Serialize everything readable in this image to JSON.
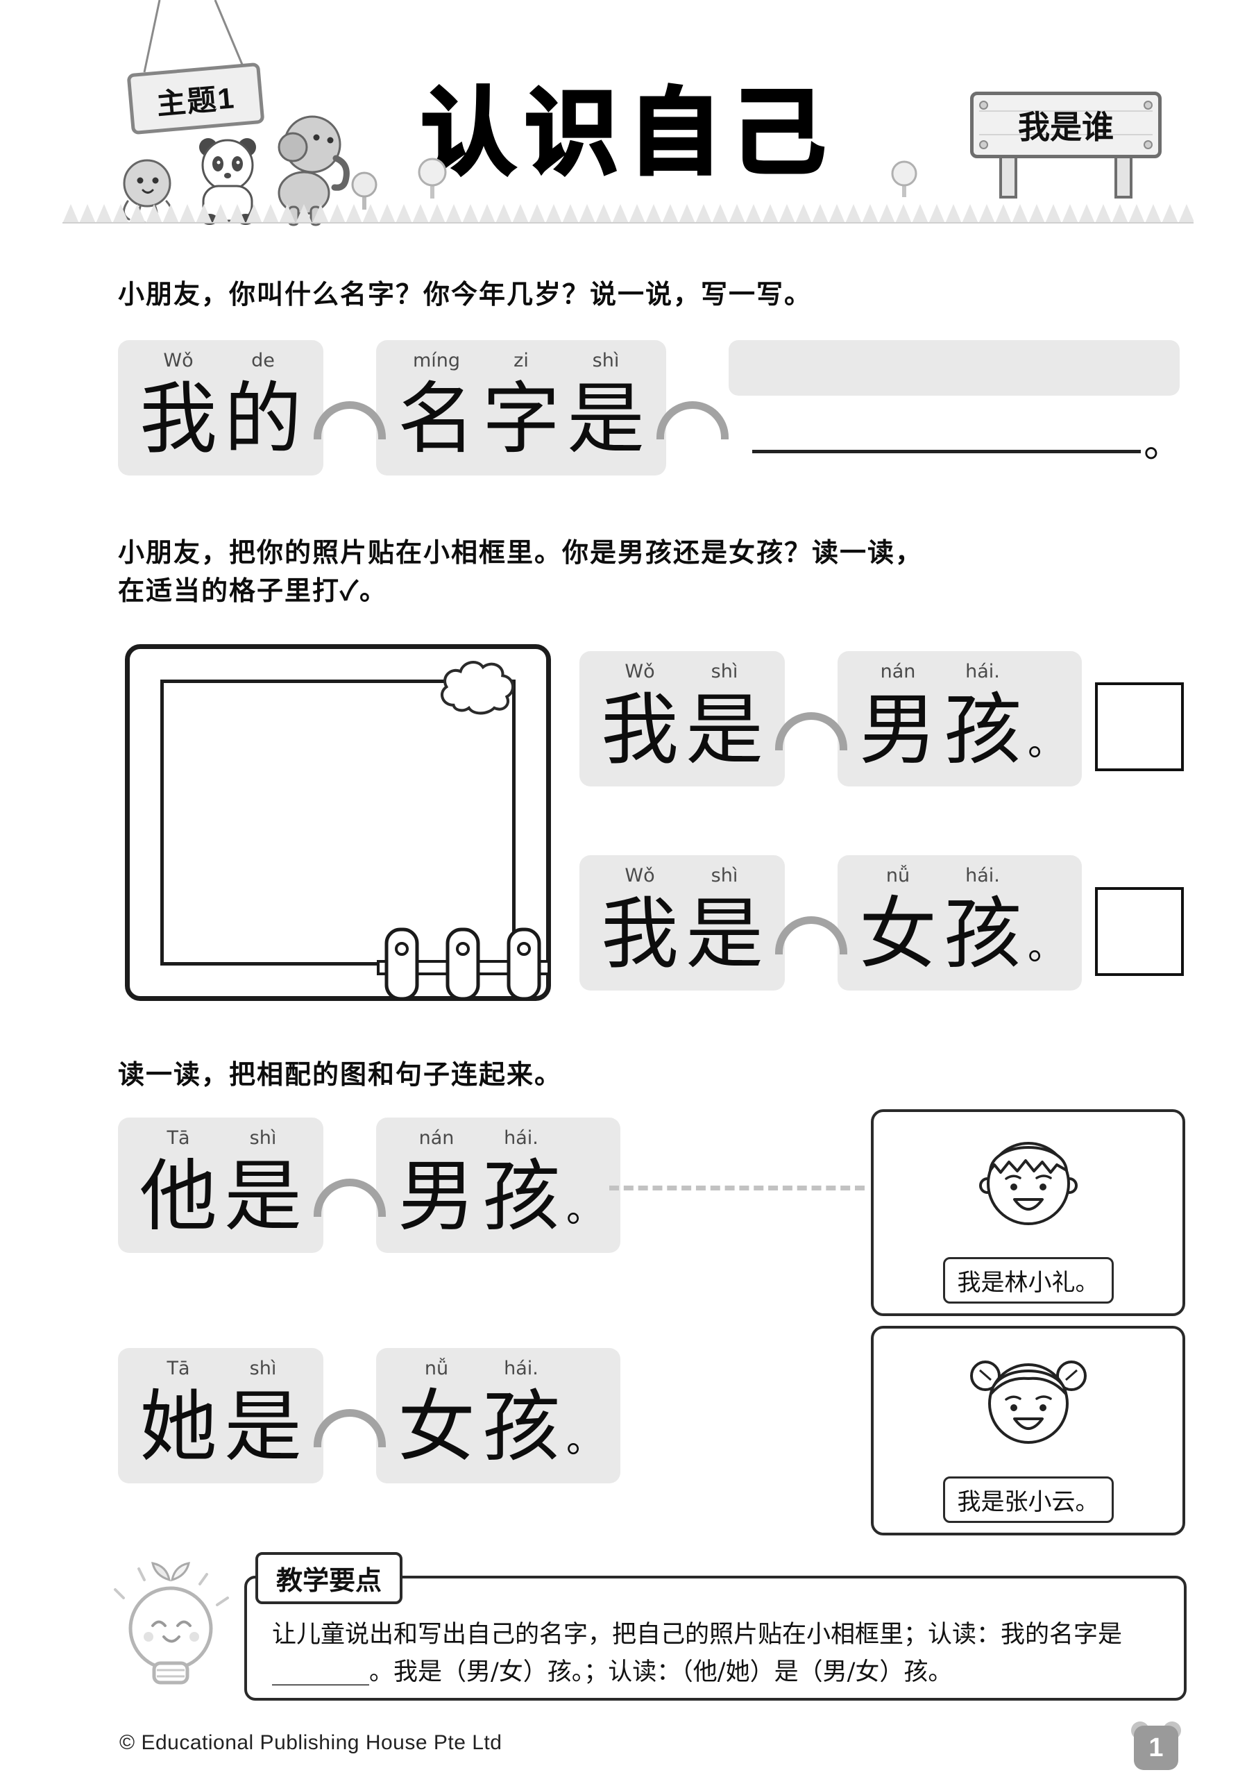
{
  "header": {
    "topic_badge": "主题1",
    "title": "认识自己",
    "sign": "我是谁"
  },
  "section_name": {
    "instruction": "小朋友，你叫什么名字？你今年几岁？说一说，写一写。",
    "block1": {
      "chars": [
        {
          "p": "Wǒ",
          "h": "我"
        },
        {
          "p": "de",
          "h": "的"
        }
      ]
    },
    "block2": {
      "chars": [
        {
          "p": "míng",
          "h": "名"
        },
        {
          "p": "zi",
          "h": "字"
        },
        {
          "p": "shì",
          "h": "是"
        }
      ]
    },
    "period": "。"
  },
  "section_photo": {
    "instruction_line1": "小朋友，把你的照片贴在小相框里。你是男孩还是女孩？读一读，",
    "instruction_line2": "在适当的格子里打✓。",
    "rows": [
      {
        "b1": {
          "chars": [
            {
              "p": "Wǒ",
              "h": "我"
            },
            {
              "p": "shì",
              "h": "是"
            }
          ]
        },
        "b2": {
          "chars": [
            {
              "p": "nán",
              "h": "男"
            },
            {
              "p": "hái.",
              "h": "孩"
            }
          ]
        },
        "period": "。"
      },
      {
        "b1": {
          "chars": [
            {
              "p": "Wǒ",
              "h": "我"
            },
            {
              "p": "shì",
              "h": "是"
            }
          ]
        },
        "b2": {
          "chars": [
            {
              "p": "nǚ",
              "h": "女"
            },
            {
              "p": "hái.",
              "h": "孩"
            }
          ]
        },
        "period": "。"
      }
    ]
  },
  "section_match": {
    "instruction": "读一读，把相配的图和句子连起来。",
    "rows": [
      {
        "b1": {
          "chars": [
            {
              "p": "Tā",
              "h": "他"
            },
            {
              "p": "shì",
              "h": "是"
            }
          ]
        },
        "b2": {
          "chars": [
            {
              "p": "nán",
              "h": "男"
            },
            {
              "p": "hái.",
              "h": "孩"
            }
          ]
        },
        "period": "。",
        "caption": "我是林小礼。"
      },
      {
        "b1": {
          "chars": [
            {
              "p": "Tā",
              "h": "她"
            },
            {
              "p": "shì",
              "h": "是"
            }
          ]
        },
        "b2": {
          "chars": [
            {
              "p": "nǚ",
              "h": "女"
            },
            {
              "p": "hái.",
              "h": "孩"
            }
          ]
        },
        "period": "。",
        "caption": "我是张小云。"
      }
    ]
  },
  "notes": {
    "tab": "教学要点",
    "line1": "让儿童说出和写出自己的名字，把自己的照片贴在小相框里；认读：我的名字是",
    "line2": "________。我是（男/女）孩。；认读：（他/她）是（男/女）孩。"
  },
  "footer": {
    "copyright": "© Educational Publishing House Pte Ltd",
    "page": "1"
  }
}
